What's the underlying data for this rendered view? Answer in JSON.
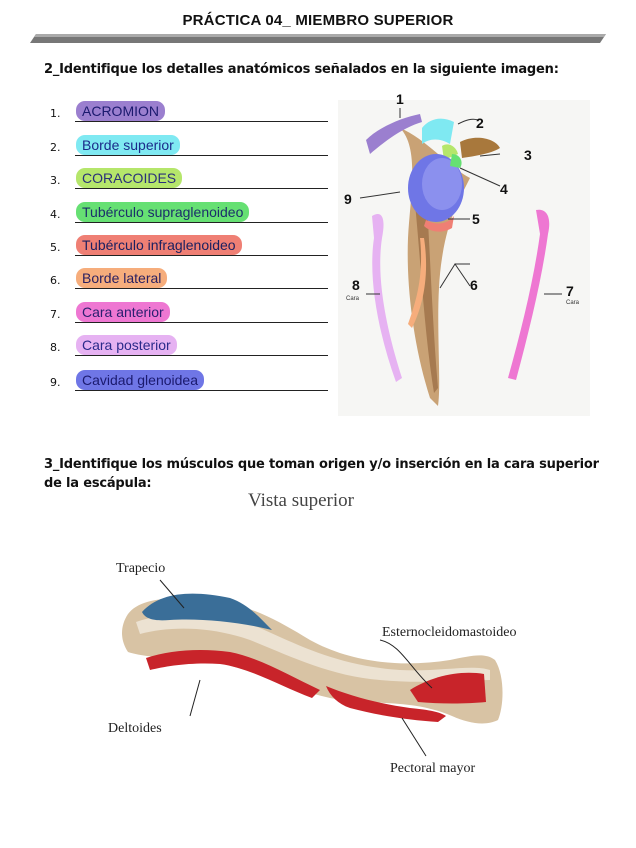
{
  "header": {
    "title": "PRÁCTICA 04_   MIEMBRO SUPERIOR"
  },
  "question2": {
    "text": "2_Identifique los detalles anatómicos señalados en la siguiente imagen:",
    "answers": [
      {
        "num": "1.",
        "text": "ACROMION",
        "color": "#9b7fcf",
        "textColor": "#1b1a6e"
      },
      {
        "num": "2.",
        "text": "Borde superior",
        "color": "#7fe9f2",
        "textColor": "#1b2b8a"
      },
      {
        "num": "3.",
        "text": "CORACOIDES",
        "color": "#b5e66b",
        "textColor": "#2a2f7a"
      },
      {
        "num": "4.",
        "text": "Tubérculo supraglenoideo",
        "color": "#66e073",
        "textColor": "#1b2f6a"
      },
      {
        "num": "5.",
        "text": "Tubérculo infraglenoideo",
        "color": "#ef7f74",
        "textColor": "#1b2060"
      },
      {
        "num": "6.",
        "text": "Borde lateral",
        "color": "#f6ad7c",
        "textColor": "#2a2060"
      },
      {
        "num": "7.",
        "text": "Cara anterior",
        "color": "#ee77d2",
        "textColor": "#2a2070"
      },
      {
        "num": "8.",
        "text": "Cara posterior",
        "color": "#e6b2f2",
        "textColor": "#2a2a8a"
      },
      {
        "num": "9.",
        "text": "Cavidad glenoidea",
        "color": "#6f76e6",
        "textColor": "#1b1a6e"
      }
    ]
  },
  "figure1": {
    "labels": [
      "1",
      "2",
      "3",
      "4",
      "5",
      "6",
      "7",
      "8",
      "9"
    ],
    "cara_left": "Cara",
    "cara_right": "Cara"
  },
  "question3": {
    "text": "3_Identifique los músculos que toman origen y/o inserción en la cara superior de la escápula:"
  },
  "figure2": {
    "title": "Vista superior",
    "labels": {
      "trapecio": "Trapecio",
      "esternocleidomastoideo": "Esternocleidomastoideo",
      "deltoides": "Deltoides",
      "pectoral": "Pectoral mayor"
    }
  }
}
